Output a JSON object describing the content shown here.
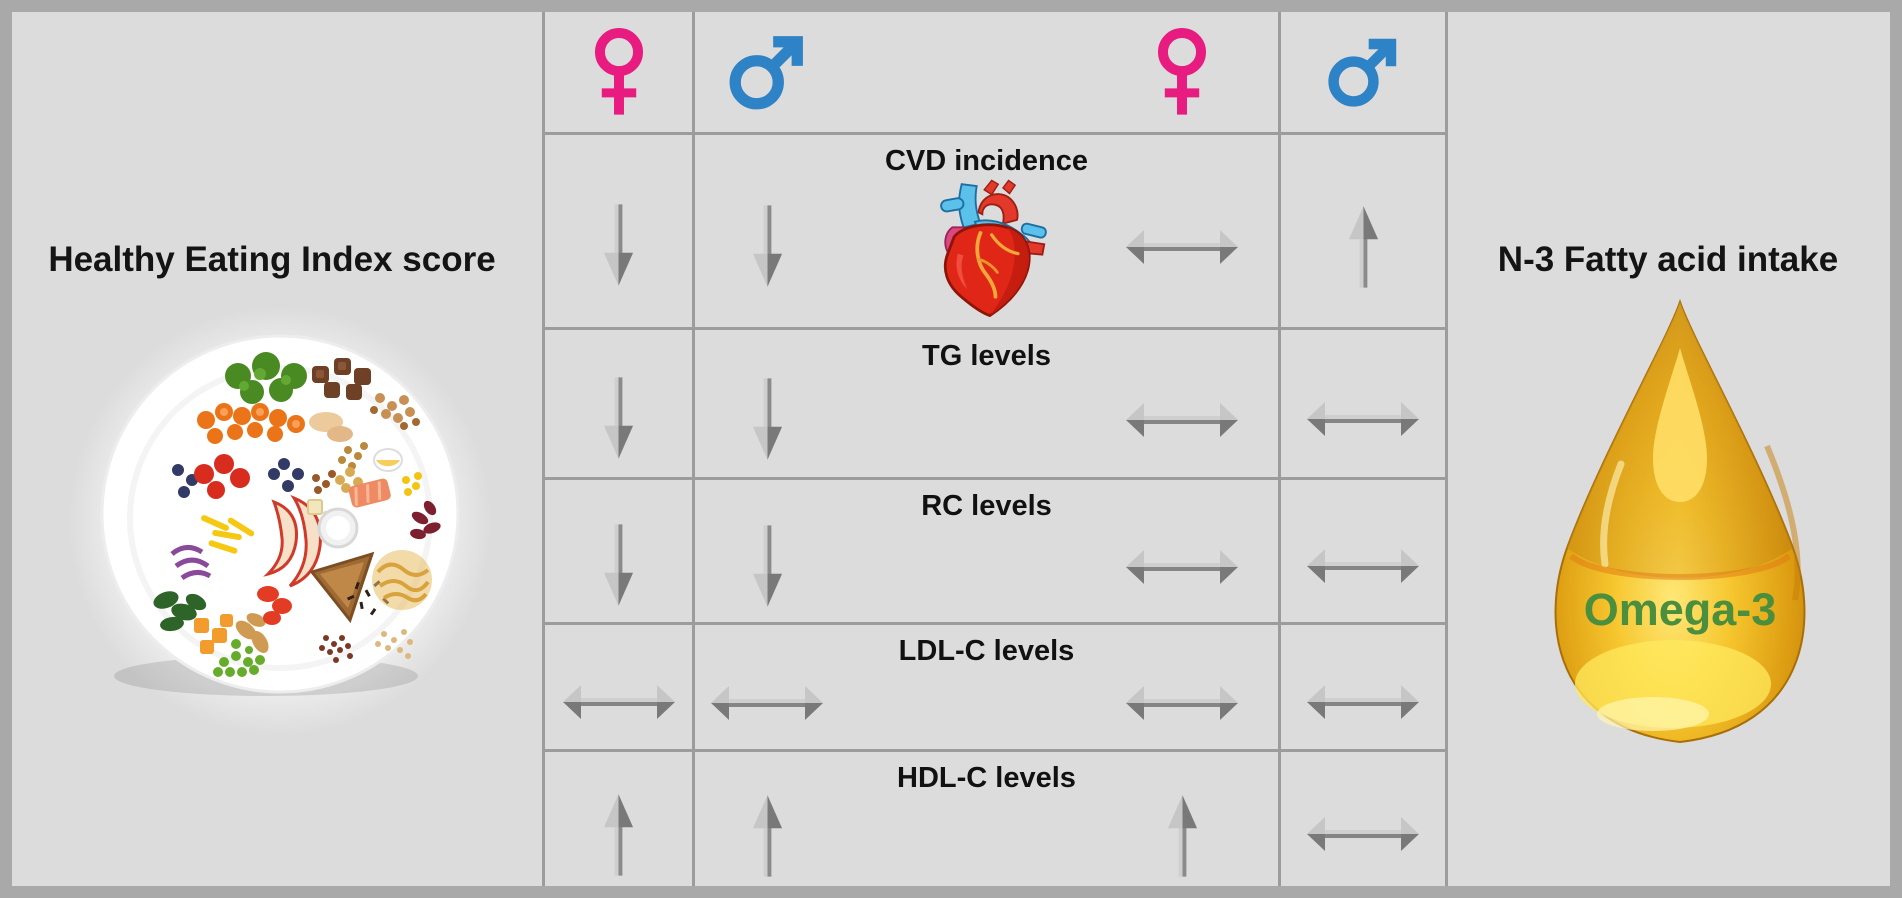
{
  "left_panel": {
    "title": "Healthy Eating Index score",
    "image": "healthy-plate-photo"
  },
  "right_panel": {
    "title": "N-3 Fatty acid intake",
    "image": "oil-droplet",
    "droplet_label": "Omega-3"
  },
  "table": {
    "header": {
      "hei_female": "female",
      "hei_male": "male",
      "n3_female": "female",
      "n3_male": "male"
    },
    "rows": [
      {
        "label": "CVD incidence",
        "icon": "heart",
        "effects": {
          "hei_female": "down",
          "hei_male": "down",
          "n3_female": "both",
          "n3_male": "up"
        }
      },
      {
        "label": "TG levels",
        "effects": {
          "hei_female": "down",
          "hei_male": "down",
          "n3_female": "both",
          "n3_male": "both"
        }
      },
      {
        "label": "RC levels",
        "effects": {
          "hei_female": "down",
          "hei_male": "down",
          "n3_female": "both",
          "n3_male": "both"
        }
      },
      {
        "label": "LDL-C levels",
        "effects": {
          "hei_female": "both",
          "hei_male": "both",
          "n3_female": "both",
          "n3_male": "both"
        }
      },
      {
        "label": "HDL-C levels",
        "effects": {
          "hei_female": "up",
          "hei_male": "up",
          "n3_female": "up",
          "n3_male": "both"
        }
      }
    ]
  },
  "colors": {
    "background": "#dcdcdc",
    "outer_border": "#a9a9a9",
    "grid_line": "#9c9c9c",
    "female_symbol": "#e81c80",
    "male_symbol": "#2e82c6",
    "arrow_gray": "#8d8d8d",
    "omega_green": "#4a8e3e",
    "droplet_gold": "#e9b625",
    "heart_red": "#dd2717",
    "text": "#141414"
  }
}
